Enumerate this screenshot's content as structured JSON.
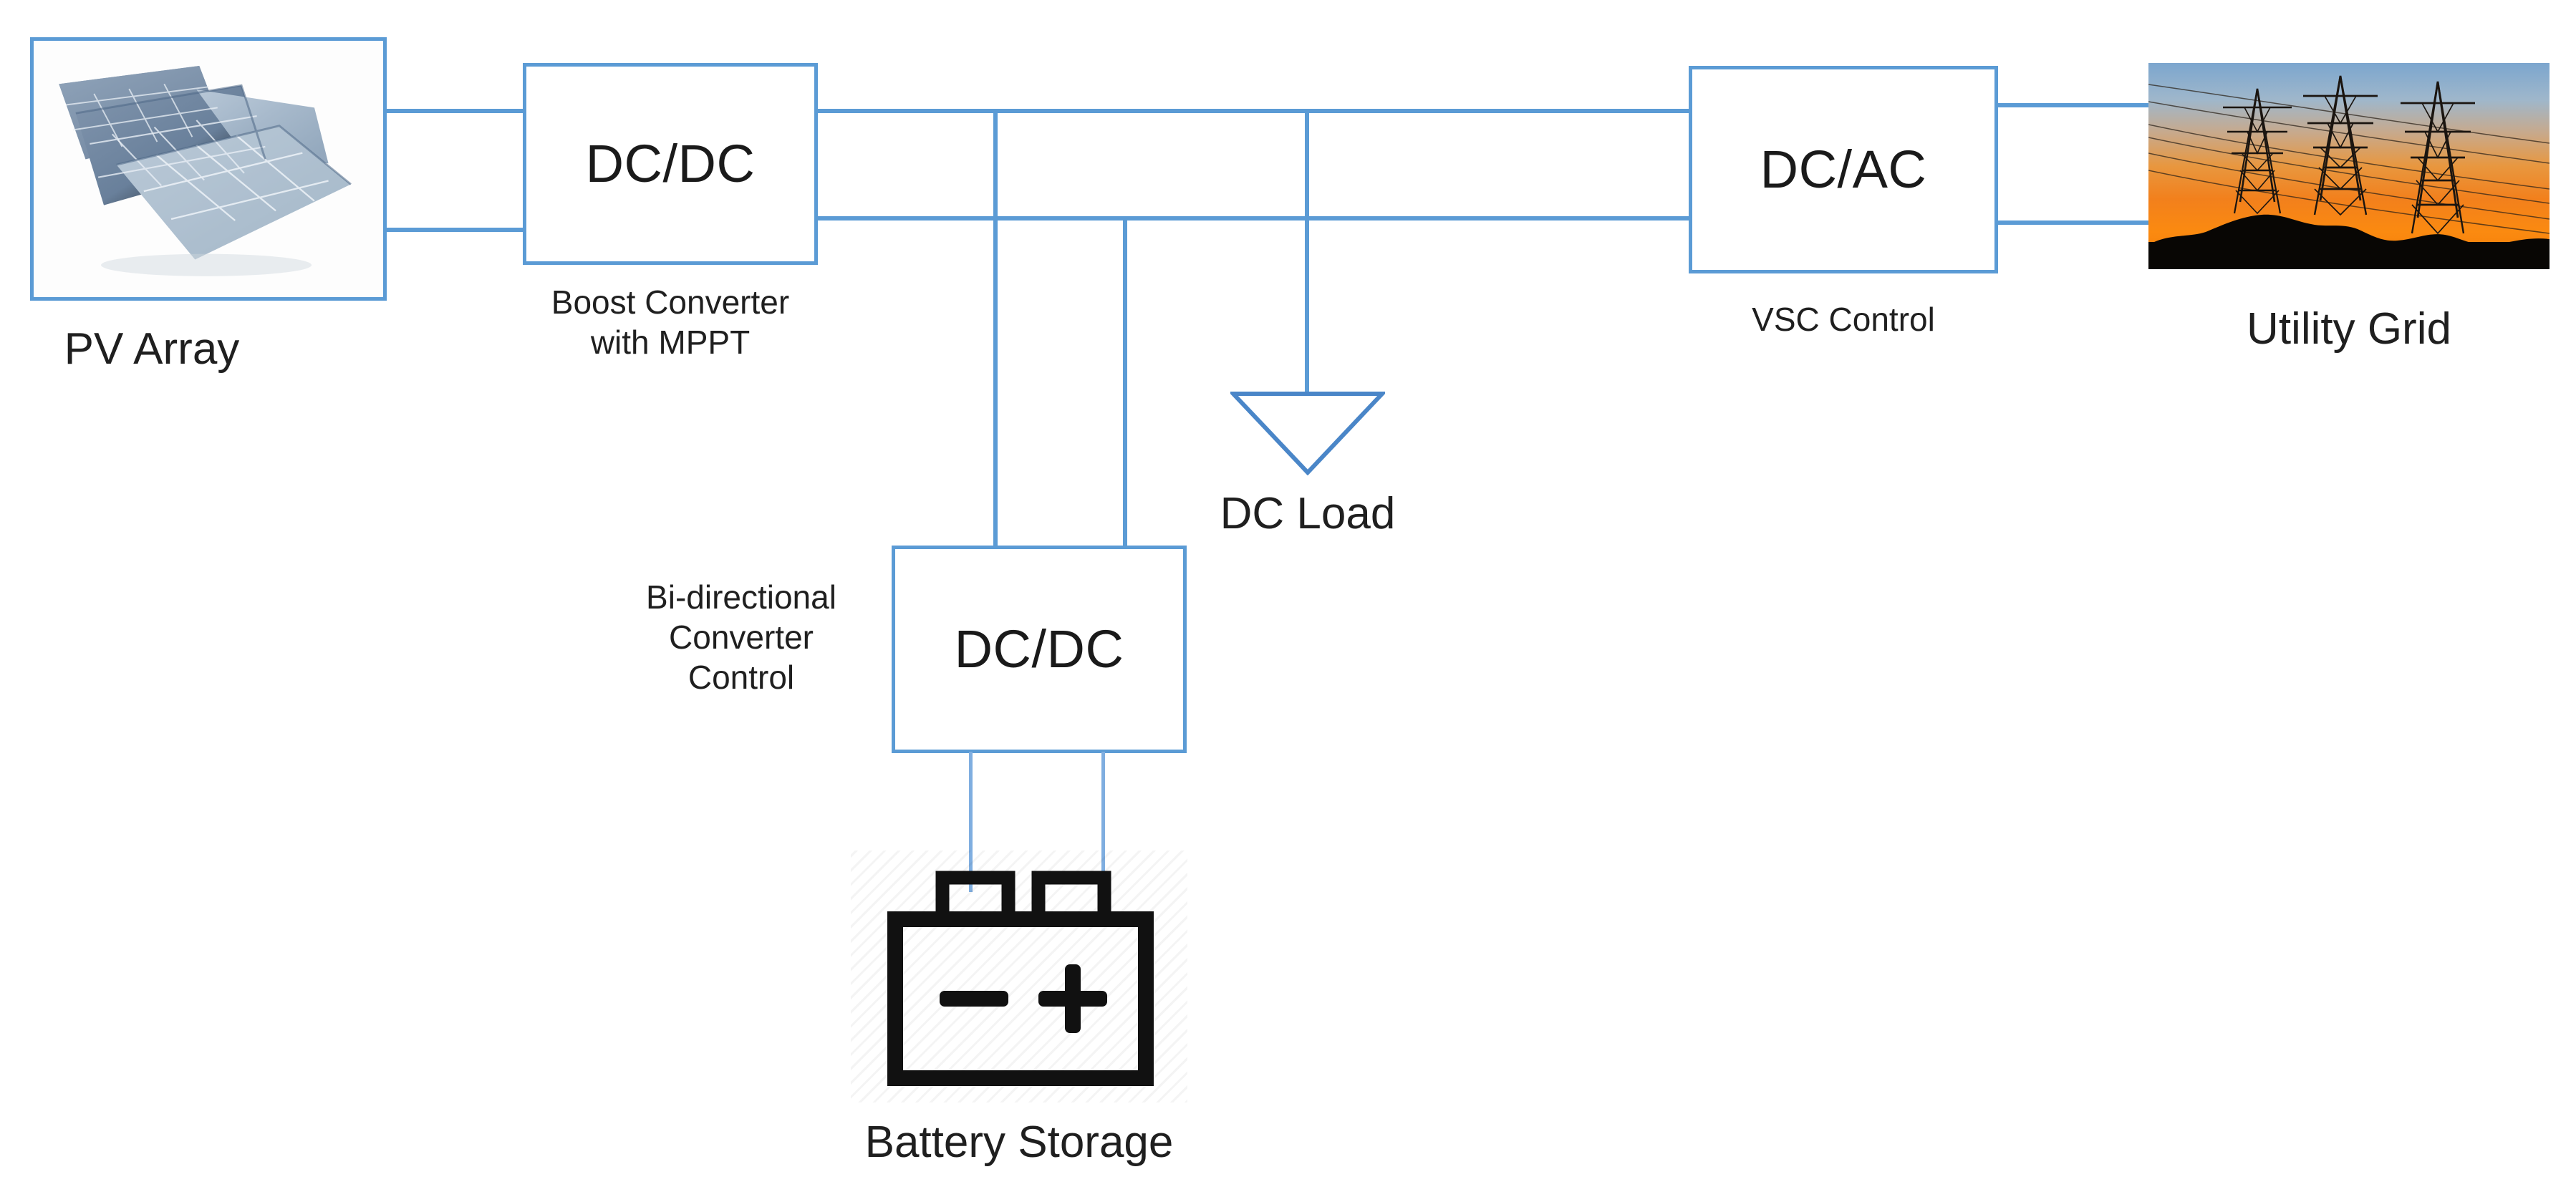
{
  "diagram": {
    "title": "Grid-connected PV system with battery storage block diagram",
    "accent_color": "#5B9BD5",
    "wire_color": "#7FAEE0",
    "background": "#FFFFFF"
  },
  "blocks": {
    "pv_array": {
      "label": "PV Array",
      "icon": "solar-panel-array-image"
    },
    "boost_converter": {
      "title": "DC/DC",
      "caption": "Boost Converter\nwith MPPT"
    },
    "bidirectional_converter": {
      "title": "DC/DC",
      "caption": "Bi-directional\nConverter\nControl"
    },
    "inverter": {
      "title": "DC/AC",
      "caption": "VSC Control"
    },
    "dc_load": {
      "label": "DC Load",
      "icon": "down-triangle-load-symbol"
    },
    "battery": {
      "label": "Battery Storage",
      "icon": "battery-icon",
      "minus_sign": "−",
      "plus_sign": "+"
    },
    "utility_grid": {
      "label": "Utility Grid",
      "icon": "transmission-towers-sunset-image"
    }
  }
}
